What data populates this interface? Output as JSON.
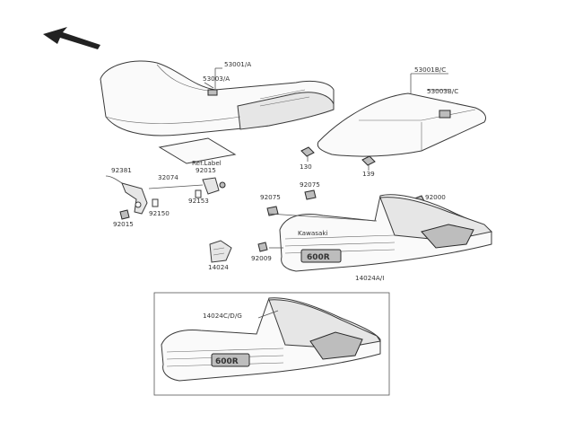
{
  "labels": {
    "seat_front": "53001/A",
    "seat_strap": "53003/A",
    "seat_rear": "53001B/C",
    "seat_rear_strap": "53003B/C",
    "bolt_130": "130",
    "bolt_139": "139",
    "cable": "92381",
    "rod": "32074",
    "spring": "92015",
    "ref_label": "Ref.Label",
    "clip_92075_a": "92075",
    "clip_92075_b": "92075",
    "clip_92000": "92000",
    "clip_92150": "92150",
    "clip_92153": "92153",
    "clip_92015_b": "92015",
    "clip_92009": "92009",
    "plate": "14024",
    "cowl": "14024A/I",
    "cowl_alt": "14024C/D/G",
    "cowl_badge": "600R",
    "cowl_badge_alt": "600R",
    "cowl_stripe": "Kawasaki"
  },
  "colors": {
    "ink": "#3a3a3a",
    "paper": "#ffffff"
  },
  "icons": {
    "direction": "front-arrow-icon"
  }
}
